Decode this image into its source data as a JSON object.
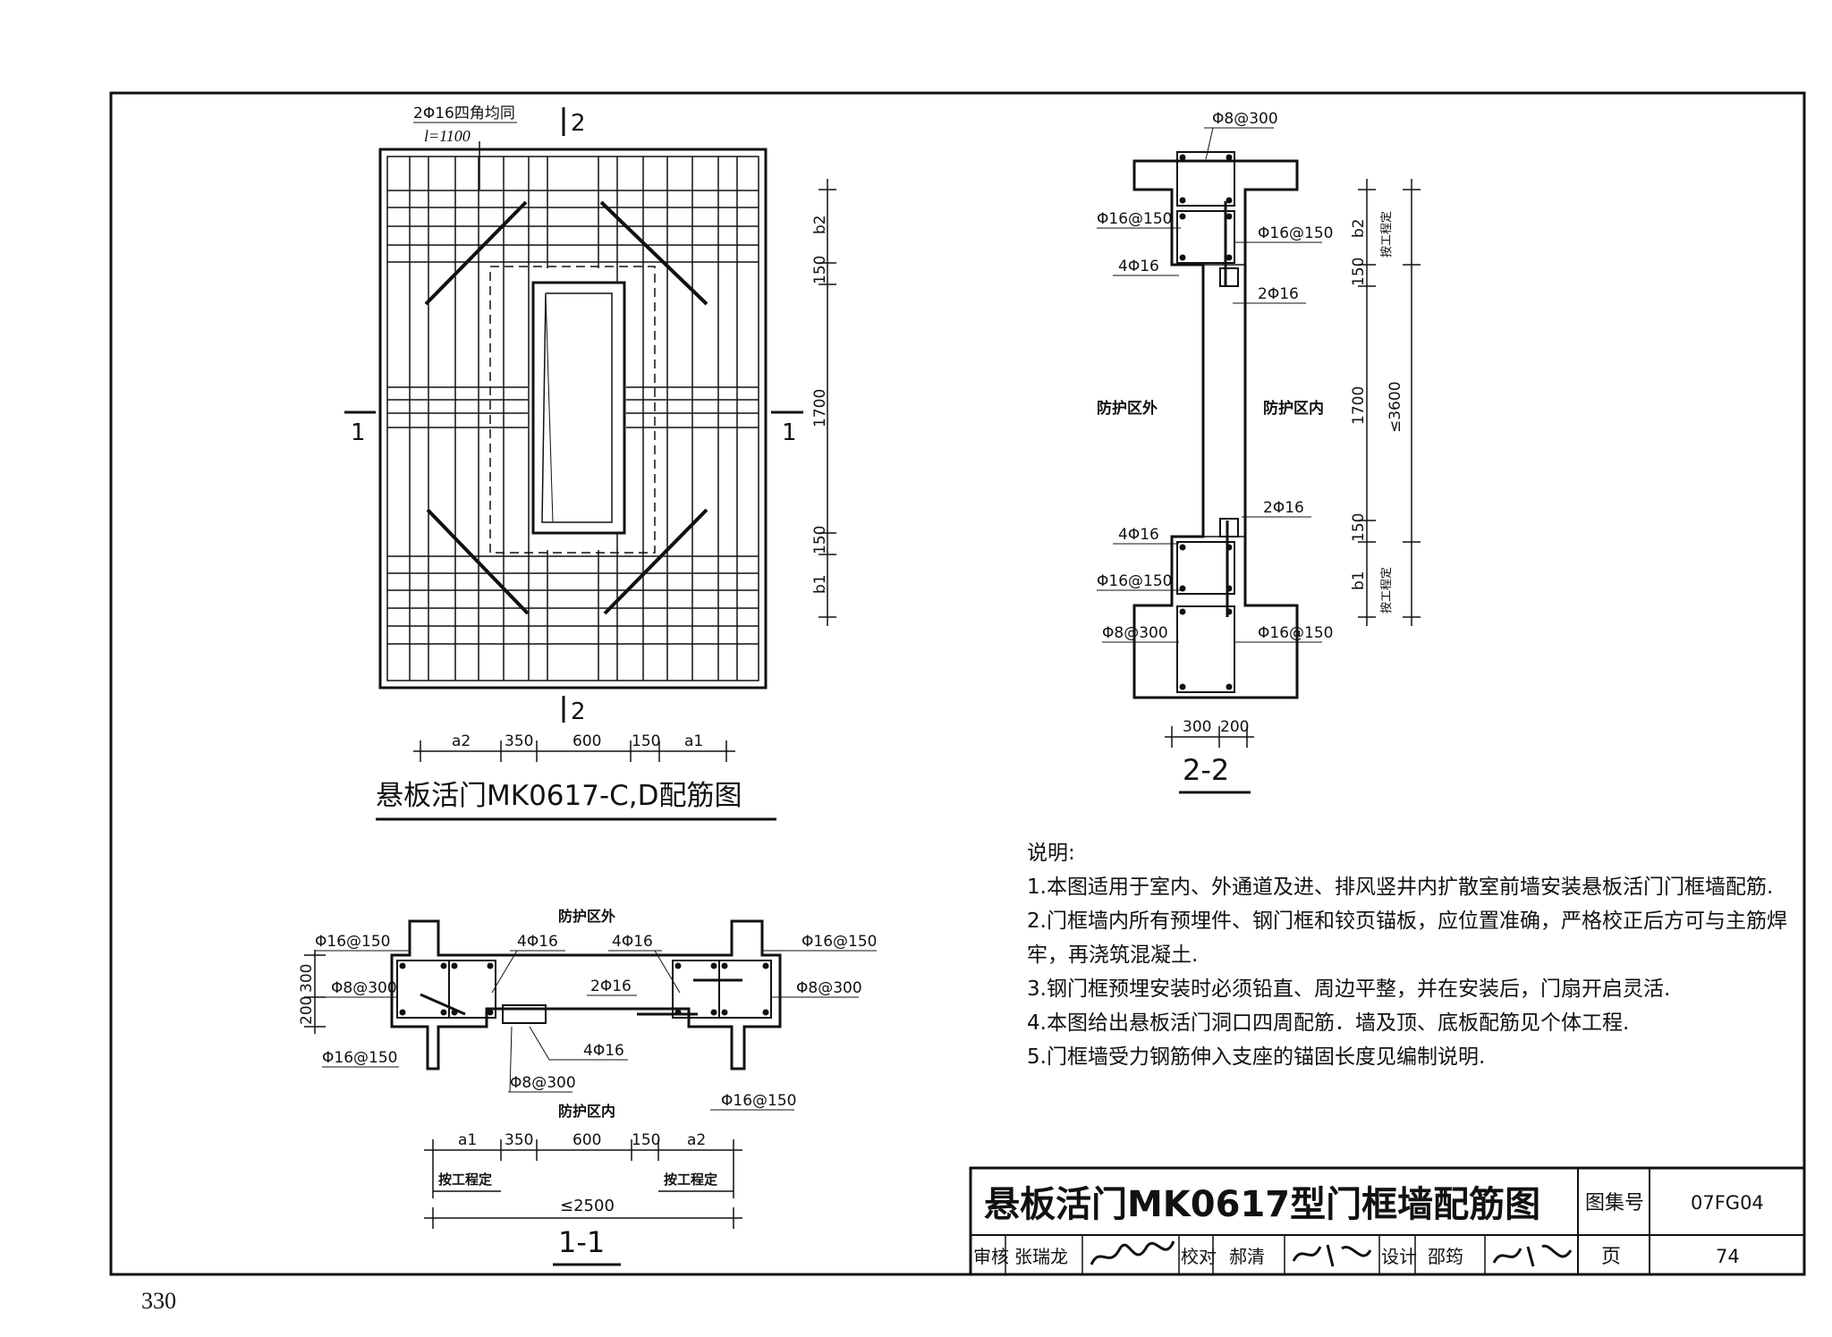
{
  "page_number": "330",
  "plan": {
    "title": "悬板活门MK0617-C,D配筋图",
    "rebar_note_1": "2Φ16四角均同",
    "rebar_note_2": "l=1100",
    "section_marks": [
      "1",
      "1",
      "2",
      "2"
    ],
    "dims_right": [
      "b2",
      "150",
      "1700",
      "150",
      "b1"
    ],
    "dims_bottom": [
      "a2",
      "350",
      "600",
      "150",
      "a1"
    ]
  },
  "section_22": {
    "title": "2-2",
    "labels": [
      "Φ8@300",
      "Φ16@150",
      "Φ16@150",
      "4Φ16",
      "2Φ16",
      "2Φ16",
      "4Φ16",
      "Φ16@150",
      "Φ8@300",
      "Φ16@150"
    ],
    "side_left": "防护区外",
    "side_right": "防护区内",
    "dims_right_inner": [
      "b2",
      "150",
      "1700",
      "150",
      "b1"
    ],
    "dims_right_outer": [
      "按工程定",
      "≤3600",
      "按工程定"
    ],
    "dims_bottom": [
      "300",
      "200"
    ]
  },
  "section_11": {
    "title": "1-1",
    "outside": "防护区外",
    "inside": "防护区内",
    "labels": [
      "Φ16@150",
      "4Φ16",
      "4Φ16",
      "Φ16@150",
      "Φ8@300",
      "2Φ16",
      "Φ8@300",
      "Φ16@150",
      "4Φ16",
      "Φ8@300",
      "Φ16@150"
    ],
    "dims_left": [
      "300",
      "200"
    ],
    "dims_bottom": [
      "a1",
      "350",
      "600",
      "150",
      "a2"
    ],
    "dims_bottom_notes": [
      "按工程定",
      "按工程定"
    ],
    "dims_total": "≤2500"
  },
  "notes": {
    "heading": "说明:",
    "items": [
      "1.本图适用于室内、外通道及进、排风竖井内扩散室前墙安装悬板活门门框墙配筋.",
      "2.门框墙内所有预埋件、钢门框和铰页锚板，应位置准确，严格校正后方可与主筋焊",
      "牢，再浇筑混凝土.",
      "3.钢门框预埋安装时必须铅直、周边平整，并在安装后，门扇开启灵活.",
      "4.本图给出悬板活门洞口四周配筋．墙及顶、底板配筋见个体工程.",
      "5.门框墙受力钢筋伸入支座的锚固长度见编制说明."
    ]
  },
  "title_block": {
    "drawing_title": "悬板活门MK0617型门框墙配筋图",
    "atlas_label": "图集号",
    "atlas_no": "07FG04",
    "page_label": "页",
    "page_no": "74",
    "review_label": "审核",
    "reviewer": "张瑞龙",
    "check_label": "校对",
    "checker": "郝清",
    "design_label": "设计",
    "designer": "邵筠"
  }
}
